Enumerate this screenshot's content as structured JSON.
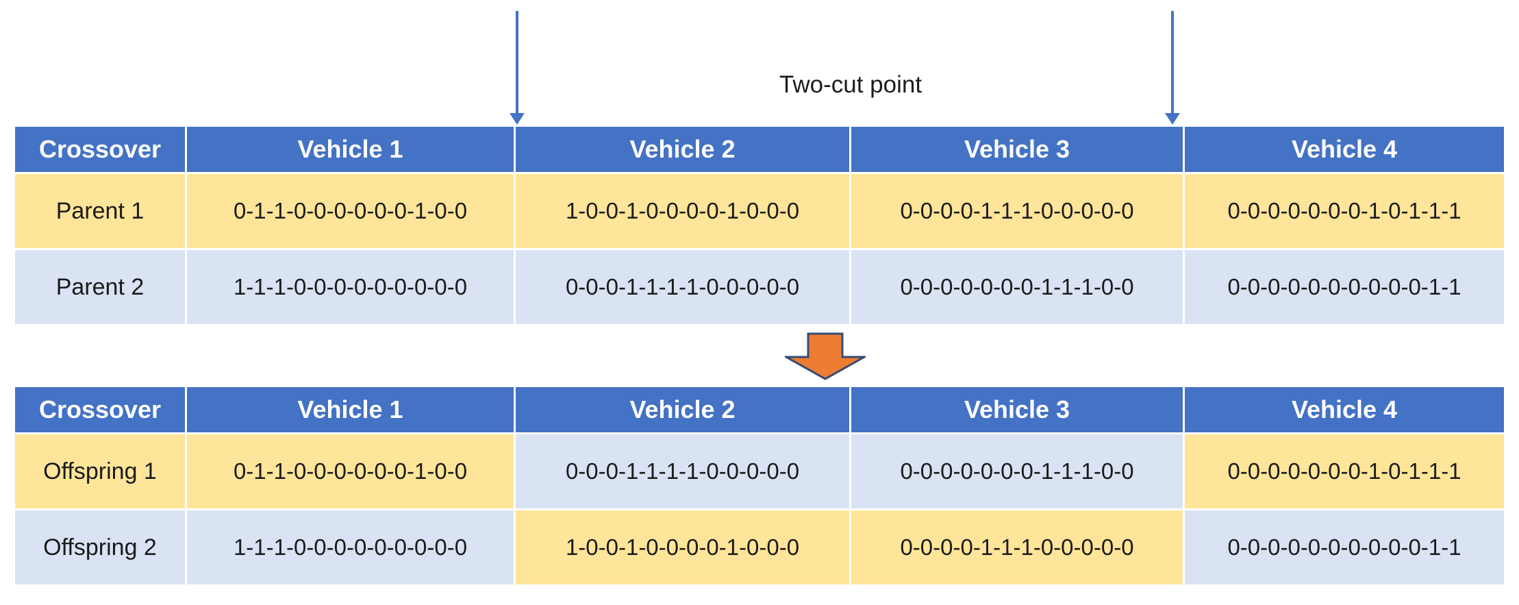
{
  "annotation": {
    "cut_label": "Two-cut point"
  },
  "colors": {
    "header_blue": "#4472c4",
    "highlight_yellow": "#ffe599",
    "highlight_lavender": "#dae3f3",
    "cut_arrow_blue": "#4472c4",
    "transform_arrow_orange": "#ed7d31",
    "transform_arrow_border": "#37causa"
  },
  "parents_table": {
    "headers": [
      "Crossover",
      "Vehicle 1",
      "Vehicle 2",
      "Vehicle 3",
      "Vehicle 4"
    ],
    "rows": [
      {
        "label": "Parent 1",
        "cells": [
          "0-1-1-0-0-0-0-0-0-1-0-0",
          "1-0-0-1-0-0-0-0-1-0-0-0",
          "0-0-0-0-1-1-1-0-0-0-0-0",
          "0-0-0-0-0-0-0-1-0-1-1-1"
        ]
      },
      {
        "label": "Parent 2",
        "cells": [
          "1-1-1-0-0-0-0-0-0-0-0-0",
          "0-0-0-1-1-1-1-0-0-0-0-0",
          "0-0-0-0-0-0-0-1-1-1-0-0",
          "0-0-0-0-0-0-0-0-0-0-1-1"
        ]
      }
    ]
  },
  "offspring_table": {
    "headers": [
      "Crossover",
      "Vehicle 1",
      "Vehicle 2",
      "Vehicle 3",
      "Vehicle 4"
    ],
    "rows": [
      {
        "label": "Offspring 1",
        "cells": [
          "0-1-1-0-0-0-0-0-0-1-0-0",
          "0-0-0-1-1-1-1-0-0-0-0-0",
          "0-0-0-0-0-0-0-1-1-1-0-0",
          "0-0-0-0-0-0-0-1-0-1-1-1"
        ]
      },
      {
        "label": "Offspring 2",
        "cells": [
          "1-1-1-0-0-0-0-0-0-0-0-0",
          "1-0-0-1-0-0-0-0-1-0-0-0",
          "0-0-0-0-1-1-1-0-0-0-0-0",
          "0-0-0-0-0-0-0-0-0-0-1-1"
        ]
      }
    ]
  }
}
